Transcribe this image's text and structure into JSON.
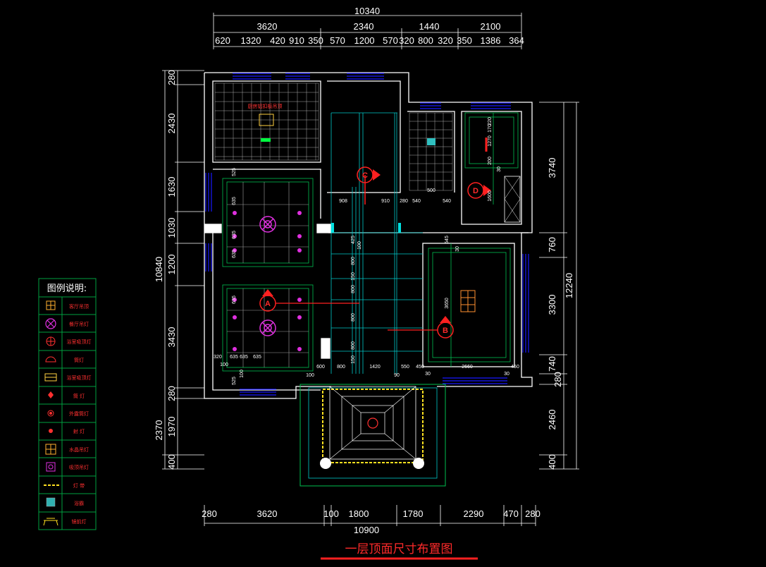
{
  "drawing_title": "一层顶面尺寸布置图",
  "dimensions": {
    "top_total": "10340",
    "top_mid": [
      "3620",
      "2340",
      "1440",
      "2100"
    ],
    "top_detail": [
      "620",
      "1320",
      "420",
      "910",
      "350",
      "570",
      "1200",
      "570",
      "320",
      "800",
      "320",
      "350",
      "1386",
      "364"
    ],
    "bottom_total": "10900",
    "bottom_mid": [
      "280",
      "3620",
      "100",
      "1800",
      "1780",
      "2290",
      "470",
      "280"
    ],
    "left_total": "10840",
    "left_detail": [
      "280",
      "2430",
      "1630",
      "1030",
      "1200",
      "3430",
      "280",
      "1970",
      "400"
    ],
    "left_outer": "2370",
    "right_total": "12240",
    "right_detail": [
      "3740",
      "760",
      "3300",
      "740",
      "280",
      "2460",
      "400"
    ]
  },
  "inner_labels": {
    "kitchen_tag": "厨房铝扣板吊顶",
    "dining_grid": [
      "635",
      "635",
      "635",
      "525",
      "635",
      "100",
      "320",
      "100",
      "100",
      "635",
      "635",
      "635",
      "525"
    ],
    "corridor": [
      "908",
      "910",
      "280",
      "540",
      "540",
      "500",
      "800",
      "800",
      "800",
      "800",
      "425",
      "150",
      "150",
      "100",
      "1420",
      "550",
      "450",
      "600",
      "800",
      "90",
      "30",
      "2660",
      "450",
      "30"
    ],
    "right_room": [
      "3650",
      "545",
      "30"
    ],
    "small_room": [
      "170",
      "220",
      "1270",
      "200",
      "1600",
      "30"
    ]
  },
  "section_markers": [
    "A",
    "B",
    "C",
    "D"
  ],
  "legend": {
    "title": "图例说明:",
    "items": [
      {
        "label": "客厅吊顶",
        "icon": "grid-lamp-icon"
      },
      {
        "label": "餐厅吊灯",
        "icon": "chandelier-icon"
      },
      {
        "label": "浴室吸顶灯",
        "icon": "ceiling-lamp-icon"
      },
      {
        "label": "筒灯",
        "icon": "half-circle-lamp-icon"
      },
      {
        "label": "浴室吸顶灯",
        "icon": "bath-panel-icon"
      },
      {
        "label": "筒   灯",
        "icon": "downlight-icon"
      },
      {
        "label": "外露筒灯",
        "icon": "exposed-downlight-icon"
      },
      {
        "label": "射   灯",
        "icon": "spotlight-icon"
      },
      {
        "label": "水晶吊灯",
        "icon": "crystal-lamp-icon"
      },
      {
        "label": "吸顶吊灯",
        "icon": "pendant-icon"
      },
      {
        "label": "灯   带",
        "icon": "light-strip-icon"
      },
      {
        "label": "浴霸",
        "icon": "bath-heater-icon"
      },
      {
        "label": "镜前灯",
        "icon": "mirror-lamp-icon"
      }
    ]
  },
  "colors": {
    "background": "#000000",
    "wall": "#ffffff",
    "ceiling_line": "#00c050",
    "cyan": "#00e0e0",
    "window": "#1818ff",
    "red": "#ff2020",
    "magenta": "#e030e0",
    "yellow": "#ffe020"
  }
}
